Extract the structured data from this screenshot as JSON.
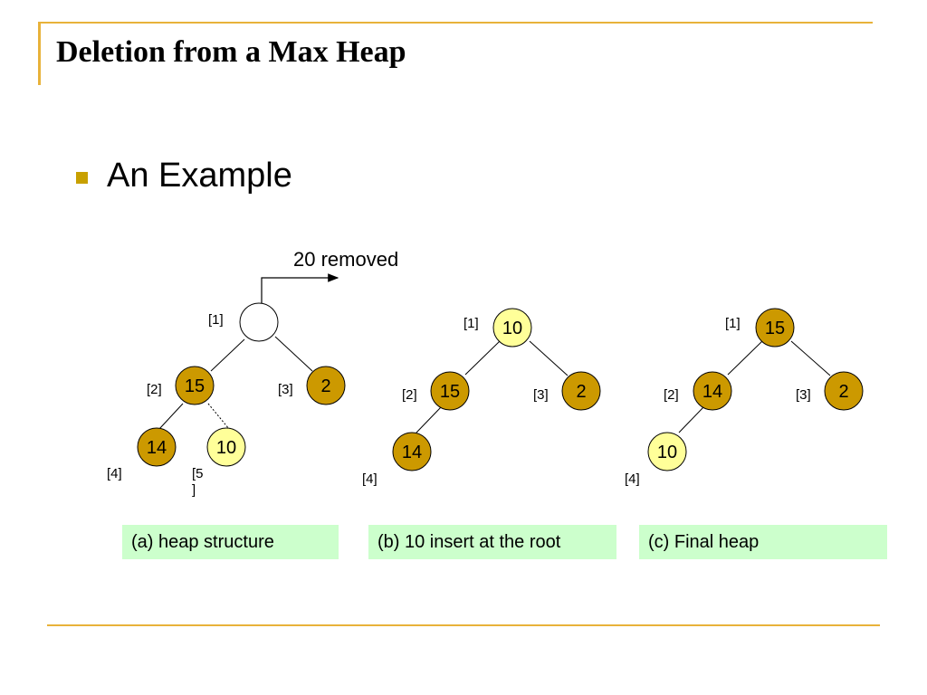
{
  "slide": {
    "title": "Deletion from a Max Heap",
    "bullet": "An Example",
    "annotation": "20 removed"
  },
  "colors": {
    "accent_line": "#e8b23a",
    "bullet": "#c8a000",
    "node_dark": "#cc9900",
    "node_light": "#ffff99",
    "node_empty": "#ffffff",
    "caption_bg": "#ccffcc"
  },
  "panels": [
    {
      "caption": "(a) heap structure",
      "nodes": [
        {
          "index": "[1]",
          "value": "",
          "style": "empty"
        },
        {
          "index": "[2]",
          "value": "15",
          "style": "dark"
        },
        {
          "index": "[3]",
          "value": "2",
          "style": "dark"
        },
        {
          "index": "[4]",
          "value": "14",
          "style": "dark"
        },
        {
          "index": "[5\n]",
          "value": "10",
          "style": "light"
        }
      ]
    },
    {
      "caption": "(b) 10 insert at the root",
      "nodes": [
        {
          "index": "[1]",
          "value": "10",
          "style": "light"
        },
        {
          "index": "[2]",
          "value": "15",
          "style": "dark"
        },
        {
          "index": "[3]",
          "value": "2",
          "style": "dark"
        },
        {
          "index": "[4]",
          "value": "14",
          "style": "dark"
        }
      ]
    },
    {
      "caption": "(c) Final heap",
      "nodes": [
        {
          "index": "[1]",
          "value": "15",
          "style": "dark"
        },
        {
          "index": "[2]",
          "value": "14",
          "style": "dark"
        },
        {
          "index": "[3]",
          "value": "2",
          "style": "dark"
        },
        {
          "index": "[4]",
          "value": "10",
          "style": "light"
        }
      ]
    }
  ]
}
